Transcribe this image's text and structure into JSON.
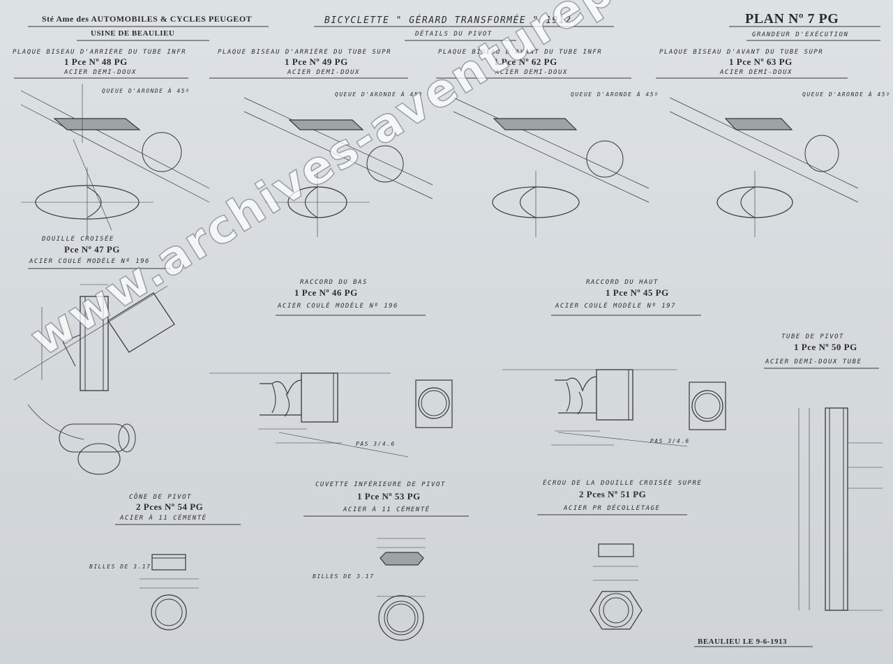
{
  "header": {
    "company": "Sté Ame des AUTOMOBILES & CYCLES PEUGEOT",
    "factory": "USINE DE BEAULIEU",
    "title": "BICYCLETTE \" GÉRARD TRANSFORMÉE \" 1912",
    "subtitle": "DÉTAILS DU PIVOT",
    "plan": "PLAN Nº 7 PG",
    "scale": "GRANDEUR D'EXÉCUTION"
  },
  "parts": [
    {
      "name": "PLAQUE BISEAU D'ARRIÈRE DU TUBE INFR",
      "ref": "1 Pce Nº 48 PG",
      "material": "ACIER DEMI-DOUX"
    },
    {
      "name": "PLAQUE BISEAU D'ARRIÈRE DU TUBE SUPR",
      "ref": "1 Pce Nº 49 PG",
      "material": "ACIER DEMI-DOUX"
    },
    {
      "name": "PLAQUE BISEAU D'AVANT DU TUBE INFR",
      "ref": "1 Pce Nº 62 PG",
      "material": "ACIER DEMI-DOUX"
    },
    {
      "name": "PLAQUE BISEAU D'AVANT DU TUBE SUPR",
      "ref": "1 Pce Nº 63 PG",
      "material": "ACIER DEMI-DOUX"
    },
    {
      "name": "DOUILLE CROISÉE",
      "ref": "Pce Nº 47 PG",
      "material": "ACIER COULÉ MODÈLE Nº 196"
    },
    {
      "name": "RACCORD DU BAS",
      "ref": "1 Pce Nº 46 PG",
      "material": "ACIER COULÉ MODÈLE Nº 196"
    },
    {
      "name": "RACCORD DU HAUT",
      "ref": "1 Pce Nº 45 PG",
      "material": "ACIER COULÉ MODÈLE Nº 197"
    },
    {
      "name": "TUBE DE PIVOT",
      "ref": "1 Pce Nº 50 PG",
      "material": "ACIER DEMI-DOUX TUBE"
    },
    {
      "name": "CÔNE DE PIVOT",
      "ref": "2 Pces Nº 54 PG",
      "material": "ACIER À 11 CÉMENTÉ"
    },
    {
      "name": "CUVETTE INFÉRIEURE DE PIVOT",
      "ref": "1 Pce Nº 53 PG",
      "material": "ACIER À 11 CÉMENTÉ"
    },
    {
      "name": "ÉCROU DE LA DOUILLE CROISÉE SUPRE",
      "ref": "2 Pces Nº 51 PG",
      "material": "ACIER PR DÉCOLLETAGE"
    }
  ],
  "notes": {
    "dovetail": "QUEUE D'ARONDE À 45º",
    "balls": "BILLES DE 3.17",
    "pitch": "PAS 3/4.6"
  },
  "footer": {
    "date": "BEAULIEU LE  9-6-1913"
  },
  "watermark": "www.archives-aventurepeugeotcitroends.com"
}
